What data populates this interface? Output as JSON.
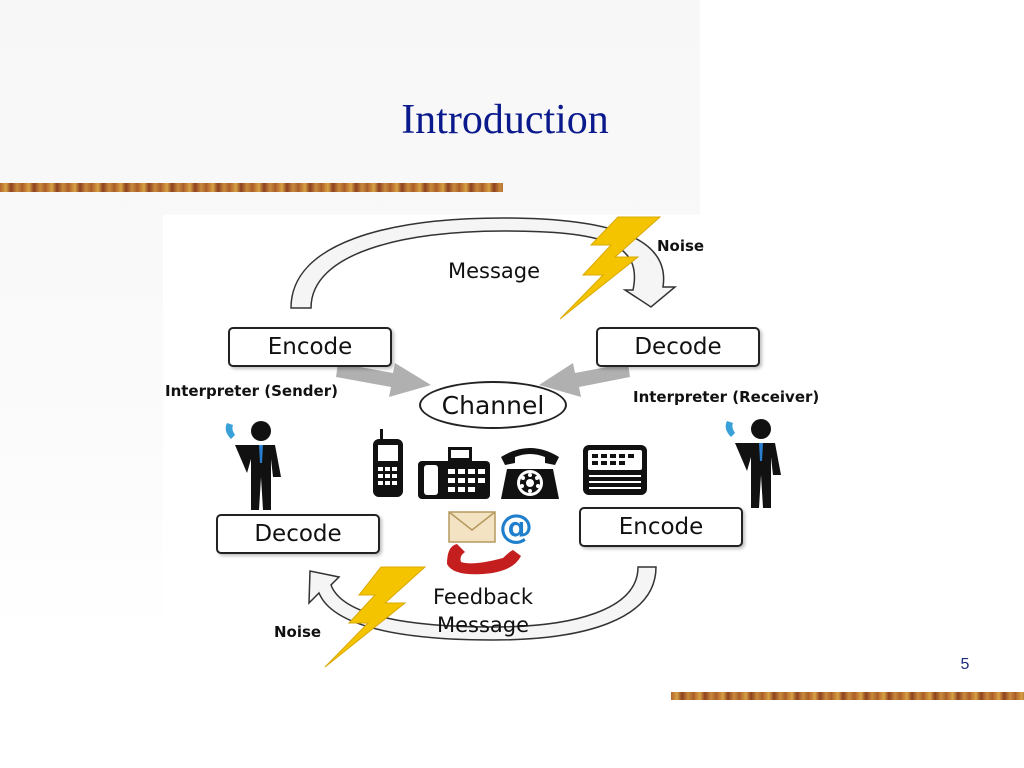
{
  "slide": {
    "title": "Introduction",
    "page_number": "5"
  },
  "diagram": {
    "top_label": "Message",
    "noise_top": "Noise",
    "noise_bottom": "Noise",
    "encode_sender": "Encode",
    "decode_receiver": "Decode",
    "decode_sender": "Decode",
    "encode_receiver": "Encode",
    "channel": "Channel",
    "sender_label": "Interpreter (Sender)",
    "receiver_label": "Interpreter (Receiver)",
    "feedback_line1": "Feedback",
    "feedback_line2": "Message",
    "icons": [
      "mobile-phone-icon",
      "fax-machine-icon",
      "rotary-telephone-icon",
      "tablet-device-icon",
      "email-phone-icon",
      "lightning-bolt-icon",
      "businessman-on-phone-icon"
    ],
    "colors": {
      "title": "#0a1a8c",
      "lightning": "#f5c400",
      "arrow_gray": "#b0b0b0",
      "phone_blue": "#3aa0d8",
      "handset_red": "#c41e1e"
    }
  }
}
